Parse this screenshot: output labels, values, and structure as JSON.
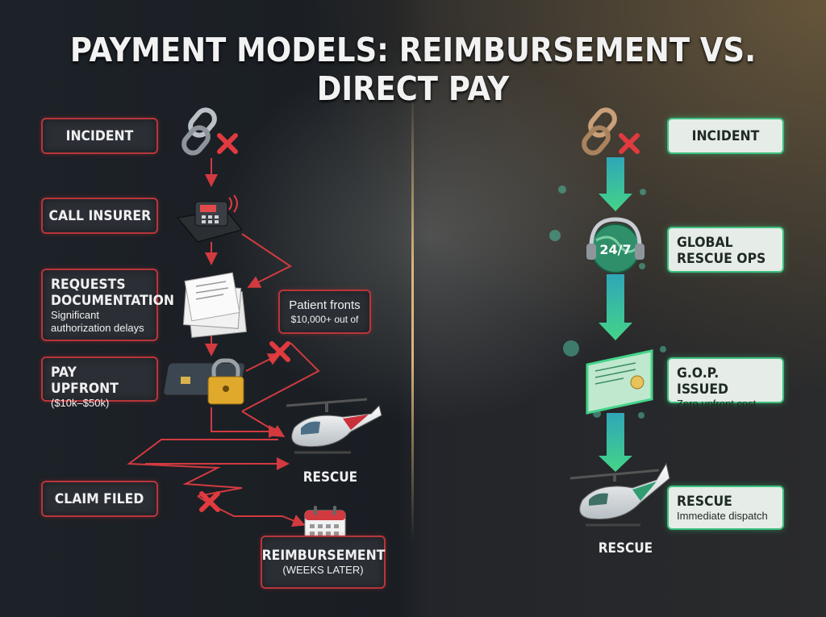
{
  "title": "PAYMENT MODELS: REIMBURSEMENT VS. DIRECT PAY",
  "colors": {
    "reimbursement_accent": "#d23a3f",
    "direct_accent": "#34c27f"
  },
  "left": {
    "incident": "INCIDENT",
    "call_insurer": "CALL INSURER",
    "requests_doc": {
      "title": "REQUESTS DOCUMENTATION",
      "note": "Significant authorization delays"
    },
    "patient_fronts": {
      "line1": "Patient fronts",
      "line2": "$10,000+ out of"
    },
    "pay_upfront": {
      "title": "PAY UPFRONT",
      "note": "($10k–$50k)"
    },
    "rescue": "RESCUE",
    "claim_filed": "CLAIM FILED",
    "reimbursement": {
      "title": "REIMBURSEMENT",
      "note": "(WEEKS LATER)"
    }
  },
  "right": {
    "incident": "INCIDENT",
    "global_rescue": {
      "line1": "GLOBAL",
      "line2": "RESCUE OPS"
    },
    "headset_label": "24/7",
    "gop": {
      "title": "G.O.P. ISSUED",
      "note": "Zero upfront cost"
    },
    "rescue_box": {
      "title": "RESCUE",
      "note": "Immediate dispatch"
    },
    "rescue_label": "RESCUE"
  },
  "icons": [
    "broken-chain-icon",
    "phone-icon",
    "documents-icon",
    "credit-card-lock-icon",
    "helicopter-icon",
    "calendar-icon",
    "headset-globe-icon",
    "certificate-icon"
  ]
}
